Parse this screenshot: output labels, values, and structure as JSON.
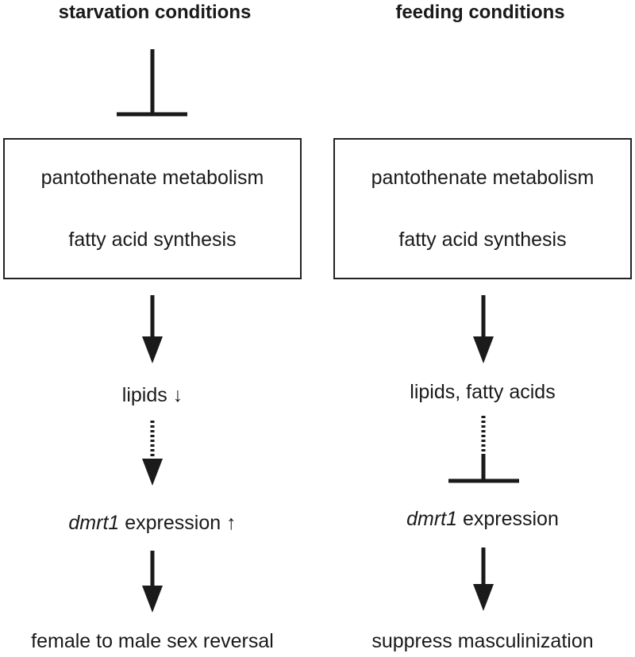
{
  "columns": [
    {
      "heading": "starvation conditions",
      "box_lines": [
        "pantothenate metabolism",
        "fatty acid synthesis"
      ],
      "lipids_label": "lipids",
      "lipids_arrow": "↓",
      "gene": "dmrt1",
      "expression_text": " expression",
      "expression_arrow": "↑",
      "outcome": "female to male sex reversal"
    },
    {
      "heading": "feeding conditions",
      "box_lines": [
        "pantothenate metabolism",
        "fatty acid synthesis"
      ],
      "lipids_label": "lipids, fatty acids",
      "gene": "dmrt1",
      "expression_text": " expression",
      "outcome": "suppress masculinization"
    }
  ]
}
